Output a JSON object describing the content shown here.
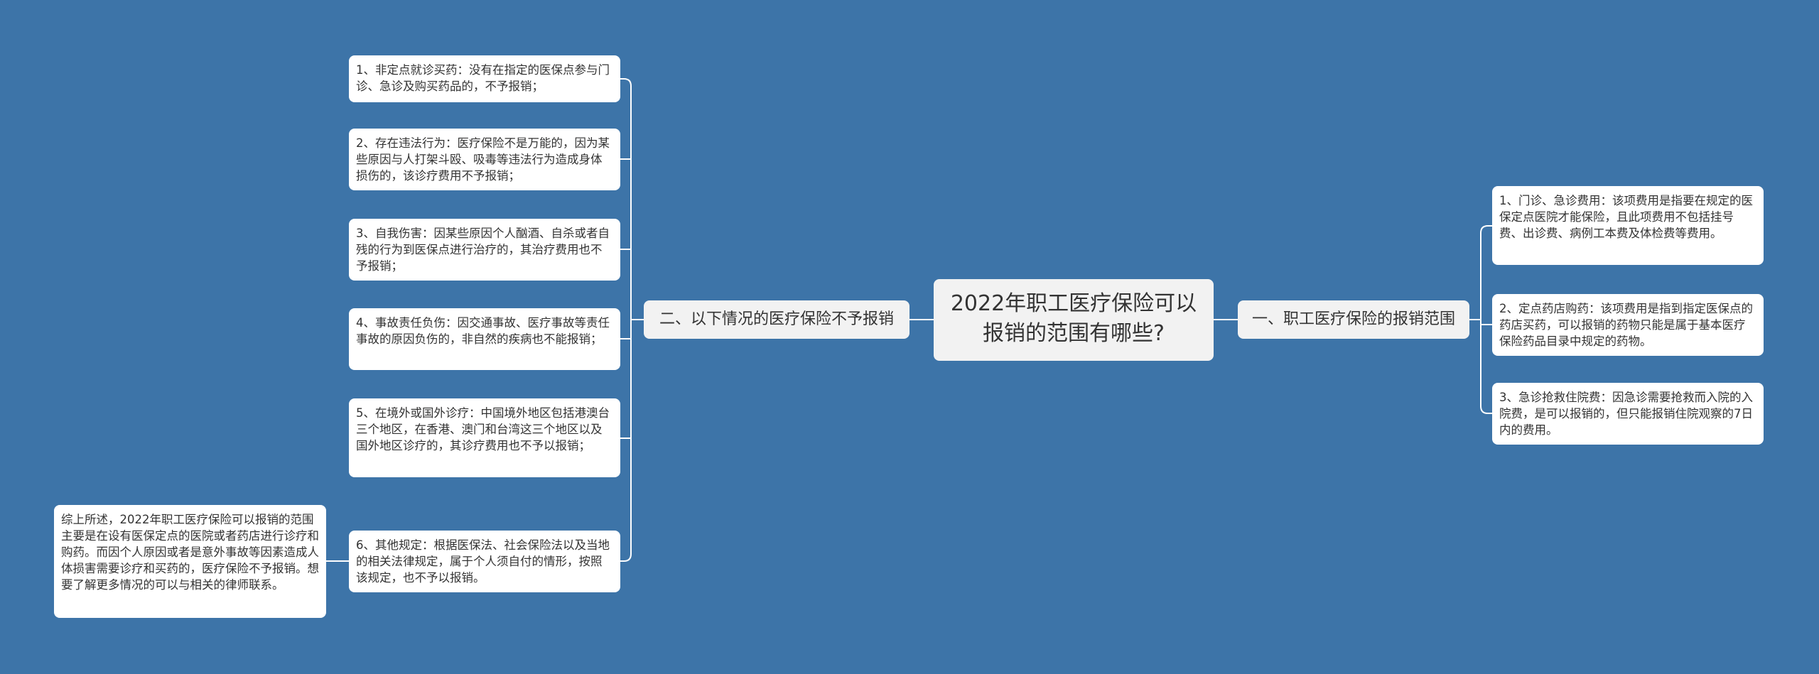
{
  "colors": {
    "background": "#3d74a8",
    "node": "#ffffff",
    "central_node": "#f2f2f2",
    "connector": "#ffffff",
    "text": "#333333"
  },
  "central": {
    "line1": "2022年职工医疗保险可以",
    "line2": "报销的范围有哪些?"
  },
  "branches": {
    "left": {
      "label": "二、以下情况的医疗保险不予报销",
      "items": [
        "1、非定点就诊买药：没有在指定的医保点参与门诊、急诊及购买药品的，不予报销；",
        "2、存在违法行为：医疗保险不是万能的，因为某些原因与人打架斗殴、吸毒等违法行为造成身体损伤的，该诊疗费用不予报销；",
        "3、自我伤害：因某些原因个人酗酒、自杀或者自残的行为到医保点进行治疗的，其治疗费用也不予报销；",
        "4、事故责任负伤：因交通事故、医疗事故等责任事故的原因负伤的，非自然的疾病也不能报销；",
        "5、在境外或国外诊疗：中国境外地区包括港澳台三个地区，在香港、澳门和台湾这三个地区以及国外地区诊疗的，其诊疗费用也不予以报销；",
        "6、其他规定：根据医保法、社会保险法以及当地的相关法律规定，属于个人须自付的情形，按照该规定，也不予以报销。"
      ]
    },
    "right": {
      "label": "一、职工医疗保险的报销范围",
      "items": [
        "1、门诊、急诊费用：该项费用是指要在规定的医保定点医院才能保险，且此项费用不包括挂号费、出诊费、病例工本费及体检费等费用。",
        "2、定点药店购药：该项费用是指到指定医保点的药店买药，可以报销的药物只能是属于基本医疗保险药品目录中规定的药物。",
        "3、急诊抢救住院费：因急诊需要抢救而入院的入院费，是可以报销的，但只能报销住院观察的7日内的费用。"
      ]
    }
  },
  "summary": "综上所述，2022年职工医疗保险可以报销的范围主要是在设有医保定点的医院或者药店进行诊疗和购药。而因个人原因或者是意外事故等因素造成人体损害需要诊疗和买药的，医疗保险不予报销。想要了解更多情况的可以与相关的律师联系。"
}
